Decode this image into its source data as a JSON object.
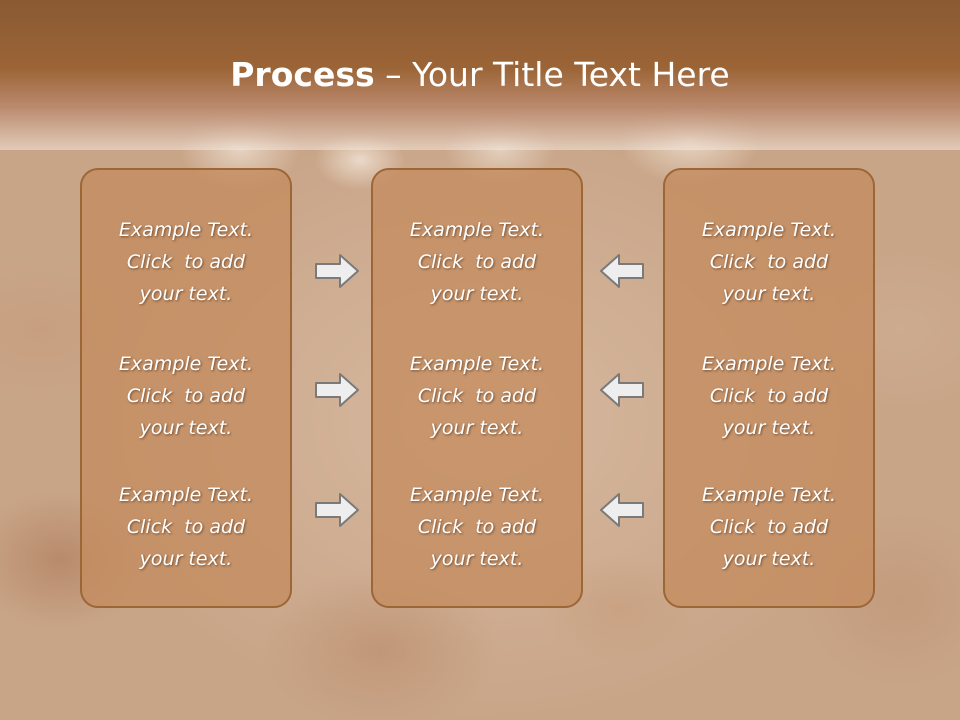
{
  "title": {
    "bold": "Process",
    "dash": " – ",
    "rest": "Your Title Text Here"
  },
  "columns": [
    {
      "items": [
        {
          "line1": "Example Text.",
          "line2": "Click  to add",
          "line3": "your text."
        },
        {
          "line1": "Example Text.",
          "line2": "Click  to add",
          "line3": "your text."
        },
        {
          "line1": "Example Text.",
          "line2": "Click  to add",
          "line3": "your text."
        }
      ]
    },
    {
      "items": [
        {
          "line1": "Example Text.",
          "line2": "Click  to add",
          "line3": "your text."
        },
        {
          "line1": "Example Text.",
          "line2": "Click  to add",
          "line3": "your text."
        },
        {
          "line1": "Example Text.",
          "line2": "Click  to add",
          "line3": "your text."
        }
      ]
    },
    {
      "items": [
        {
          "line1": "Example Text.",
          "line2": "Click  to add",
          "line3": "your text."
        },
        {
          "line1": "Example Text.",
          "line2": "Click  to add",
          "line3": "your text."
        },
        {
          "line1": "Example Text.",
          "line2": "Click  to add",
          "line3": "your text."
        }
      ]
    }
  ],
  "arrows": {
    "left_group": "right-arrow-icon",
    "right_group": "left-arrow-icon"
  },
  "colors": {
    "header": "#9b6436",
    "panel_fill": "#c48c5f",
    "panel_border": "#9c6637",
    "text": "#ffffff"
  }
}
